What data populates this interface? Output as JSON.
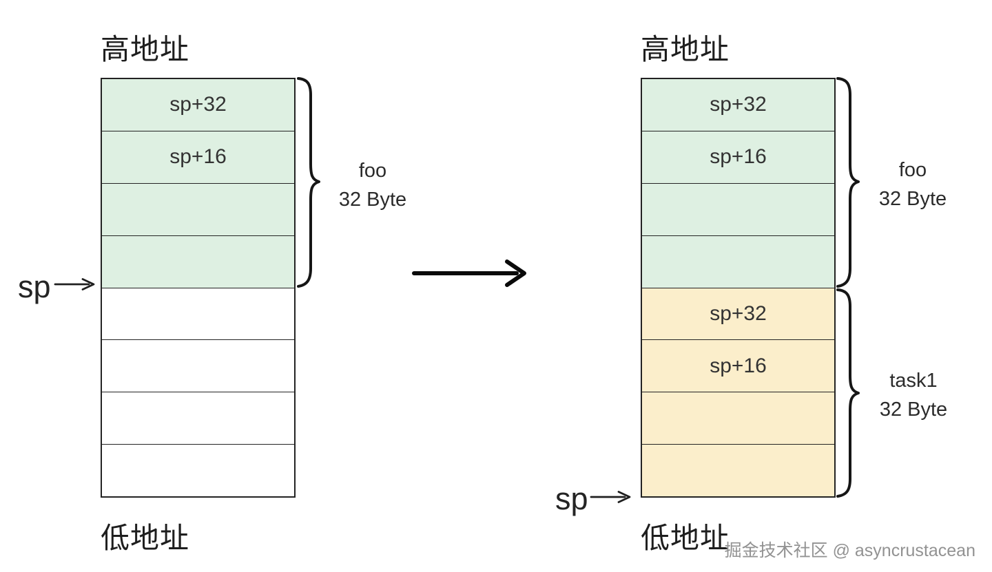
{
  "colors": {
    "background": "#ffffff",
    "green_fill": "#def0e2",
    "yellow_fill": "#fbeecb",
    "border": "#222222",
    "text": "#333333",
    "brace_stroke": "#161616",
    "watermark_text": "#929292"
  },
  "left_stack": {
    "high_address_label": "高地址",
    "low_address_label": "低地址",
    "sp_pointer_label": "sp",
    "cells": [
      {
        "label": "sp+32",
        "fill": "green"
      },
      {
        "label": "sp+16",
        "fill": "green"
      },
      {
        "label": "",
        "fill": "green"
      },
      {
        "label": "",
        "fill": "green"
      },
      {
        "label": "",
        "fill": "white"
      },
      {
        "label": "",
        "fill": "white"
      },
      {
        "label": "",
        "fill": "white"
      },
      {
        "label": "",
        "fill": "white"
      }
    ],
    "foo_brace": {
      "name": "foo",
      "size": "32 Byte"
    }
  },
  "right_stack": {
    "high_address_label": "高地址",
    "low_address_label": "低地址",
    "sp_pointer_label": "sp",
    "cells": [
      {
        "label": "sp+32",
        "fill": "green"
      },
      {
        "label": "sp+16",
        "fill": "green"
      },
      {
        "label": "",
        "fill": "green"
      },
      {
        "label": "",
        "fill": "green"
      },
      {
        "label": "sp+32",
        "fill": "yellow"
      },
      {
        "label": "sp+16",
        "fill": "yellow"
      },
      {
        "label": "",
        "fill": "yellow"
      },
      {
        "label": "",
        "fill": "yellow"
      }
    ],
    "foo_brace": {
      "name": "foo",
      "size": "32 Byte"
    },
    "task1_brace": {
      "name": "task1",
      "size": "32 Byte"
    }
  },
  "watermark": "掘金技术社区 @ asyncrustacean"
}
